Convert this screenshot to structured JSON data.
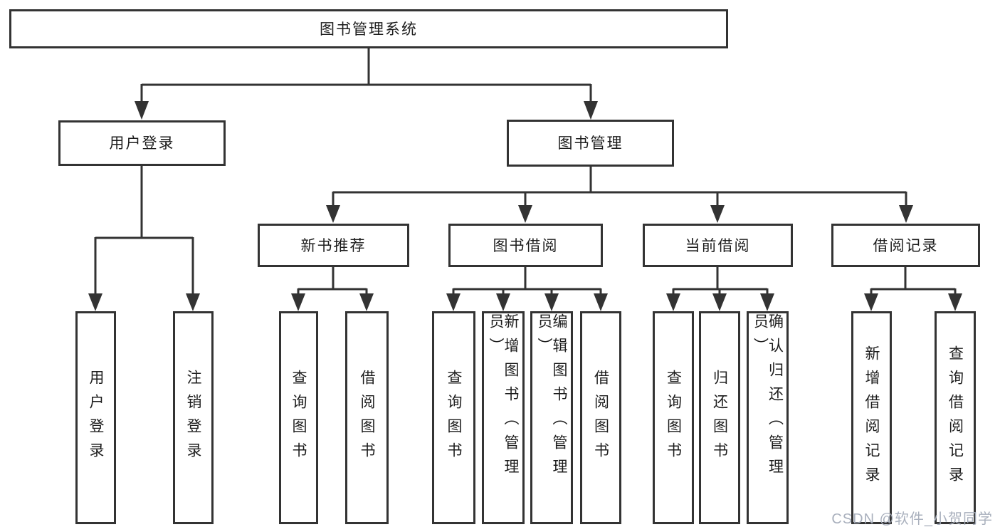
{
  "tree": {
    "root": "图书管理系统",
    "user_login": {
      "label": "用户登录",
      "children": [
        "用户登录",
        "注销登录"
      ]
    },
    "book_mgmt": {
      "label": "图书管理",
      "groups": [
        {
          "label": "新书推荐",
          "children": [
            "查询图书",
            "借阅图书"
          ]
        },
        {
          "label": "图书借阅",
          "children": [
            "查询图书",
            "新增图书（管理员）",
            "编辑图书（管理员）",
            "借阅图书"
          ]
        },
        {
          "label": "当前借阅",
          "children": [
            "查询图书",
            "归还图书",
            "确认归还（管理员）"
          ]
        },
        {
          "label": "借阅记录",
          "children": [
            "新增借阅记录",
            "查询借阅记录"
          ]
        }
      ]
    }
  },
  "watermark": "CSDN @软件_小贺同学",
  "colors": {
    "line": "#333333",
    "box_border": "#333333",
    "text": "#1c1c1c",
    "watermark": "#a4acb9",
    "background": "#ffffff"
  }
}
